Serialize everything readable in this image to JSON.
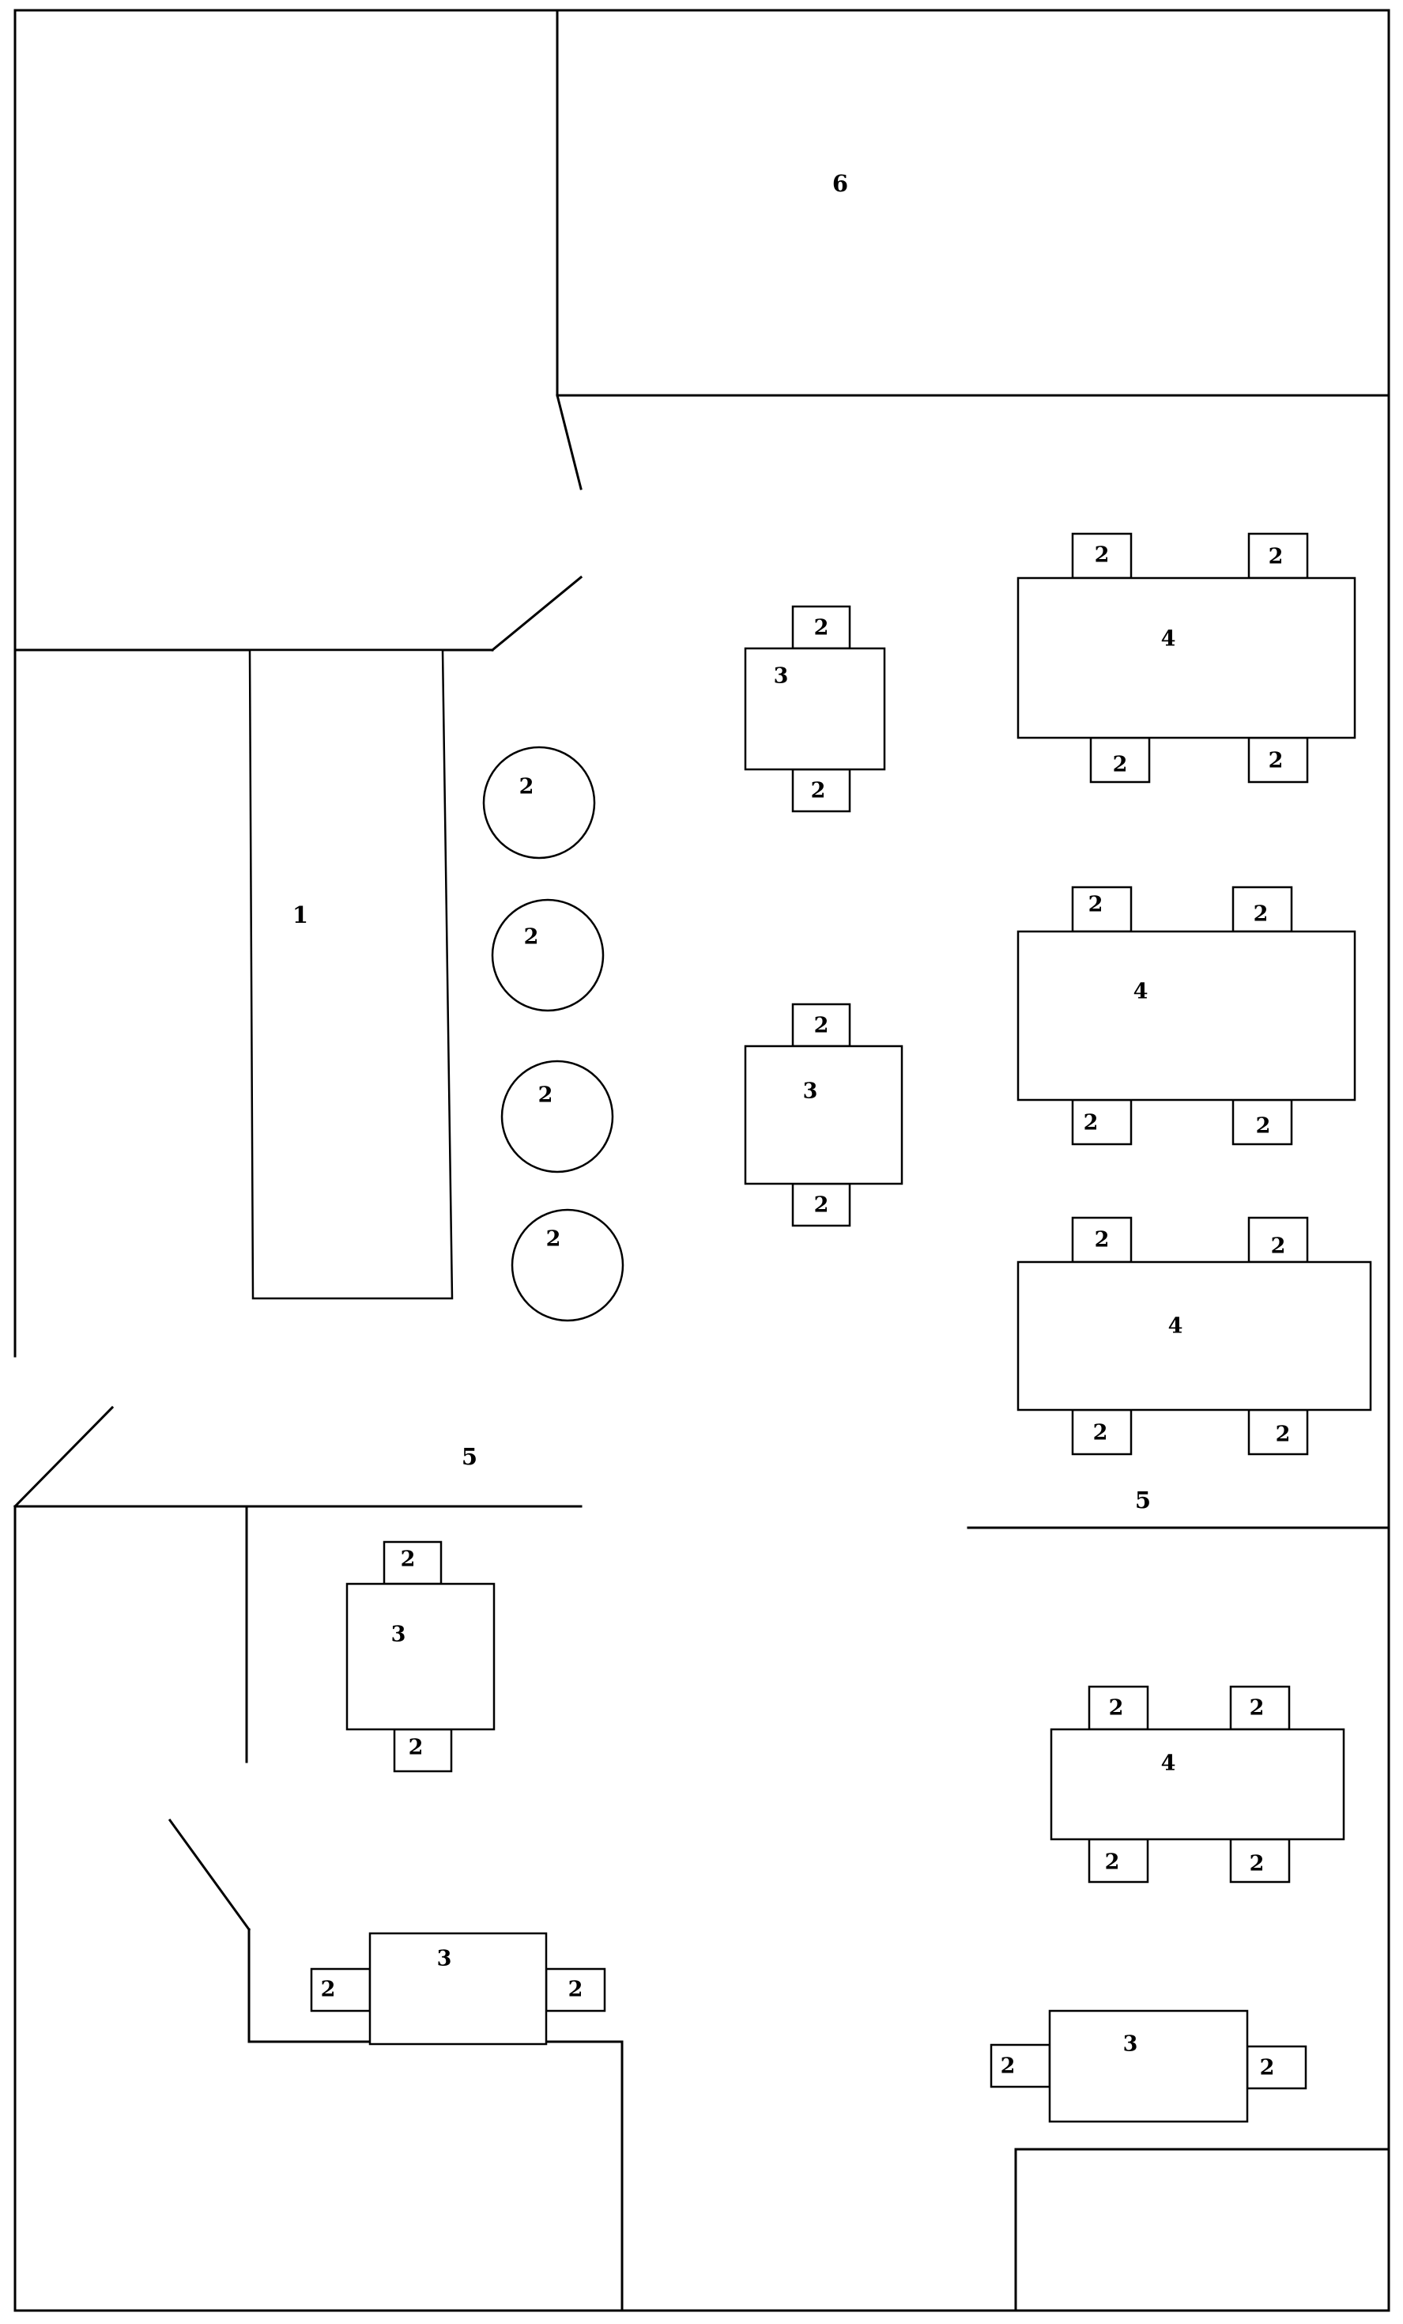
{
  "labels": {
    "counter": "1",
    "seat": "2",
    "small_table": "3",
    "long_table": "4",
    "partition": "5",
    "room": "6"
  }
}
